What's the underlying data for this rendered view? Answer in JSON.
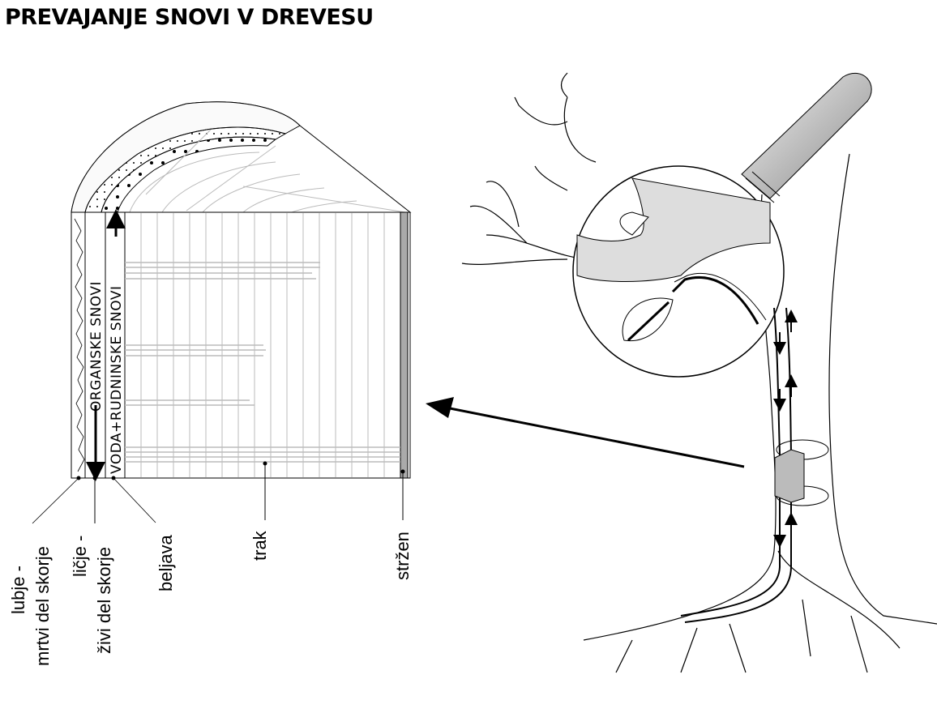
{
  "title": "PREVAJANJE SNOVI V DREVESU",
  "stem_section": {
    "flow_labels": {
      "organic": "ORGANSKE SNOVI",
      "water_minerals": "VODA+RUDNINSKE SNOVI"
    },
    "labels": {
      "lubje_1": "lubje -",
      "lubje_2": "mrtvi del skorje",
      "licje_1": "ličje -",
      "licje_2": "živi del skorje",
      "beljava": "beljava",
      "trak": "trak",
      "strzen": "stržen"
    }
  }
}
